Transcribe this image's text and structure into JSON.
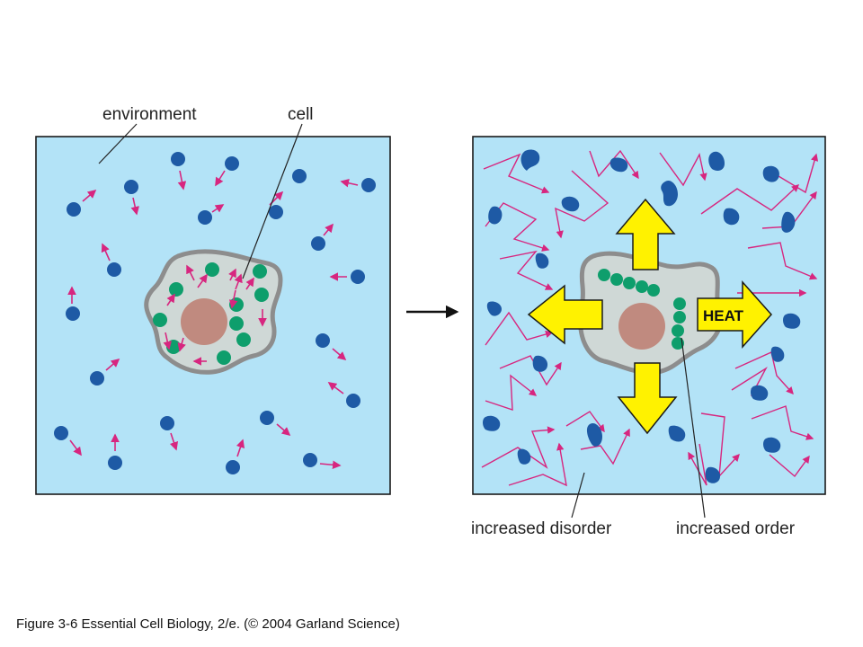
{
  "labels": {
    "environment": "environment",
    "cell": "cell",
    "heat": "HEAT",
    "increased_disorder": "increased disorder",
    "increased_order": "increased order"
  },
  "caption": "Figure 3-6  Essential Cell Biology, 2/e. (© 2004 Garland Science)",
  "colors": {
    "environment_fill": "#b3e3f7",
    "panel_border": "#1a1a1a",
    "molecule": "#1e5aa5",
    "motion_arrow": "#d7267f",
    "cell_fill": "#cfd8d6",
    "cell_membrane": "#8d8d8d",
    "nucleus": "#c08a7f",
    "ordered_molecule": "#0e9e6c",
    "heat_arrow": "#fff200",
    "heat_arrow_outline": "#1a1a1a"
  }
}
